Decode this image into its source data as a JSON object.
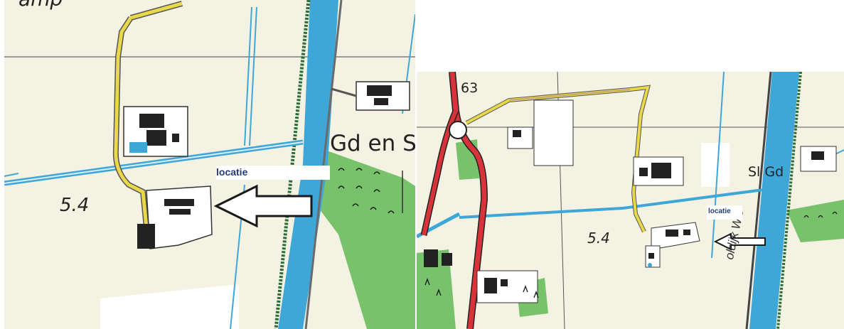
{
  "left_map": {
    "top_label": "amp",
    "elevation": "5.4",
    "place_label": "Gd en Sl",
    "location_label": "locatie"
  },
  "right_map": {
    "route_number": "63",
    "elevation": "5.4",
    "place_label": "Sl   Gd",
    "location_label": "locatie",
    "road_name": "oldijk WZ"
  },
  "colors": {
    "background": "#f4f3e3",
    "water": "#3fa7d8",
    "road_yellow": "#e8d84a",
    "road_red": "#d8333a",
    "forest": "#77c26b",
    "building": "#222222",
    "canal_edge": "#2c6e3a"
  }
}
